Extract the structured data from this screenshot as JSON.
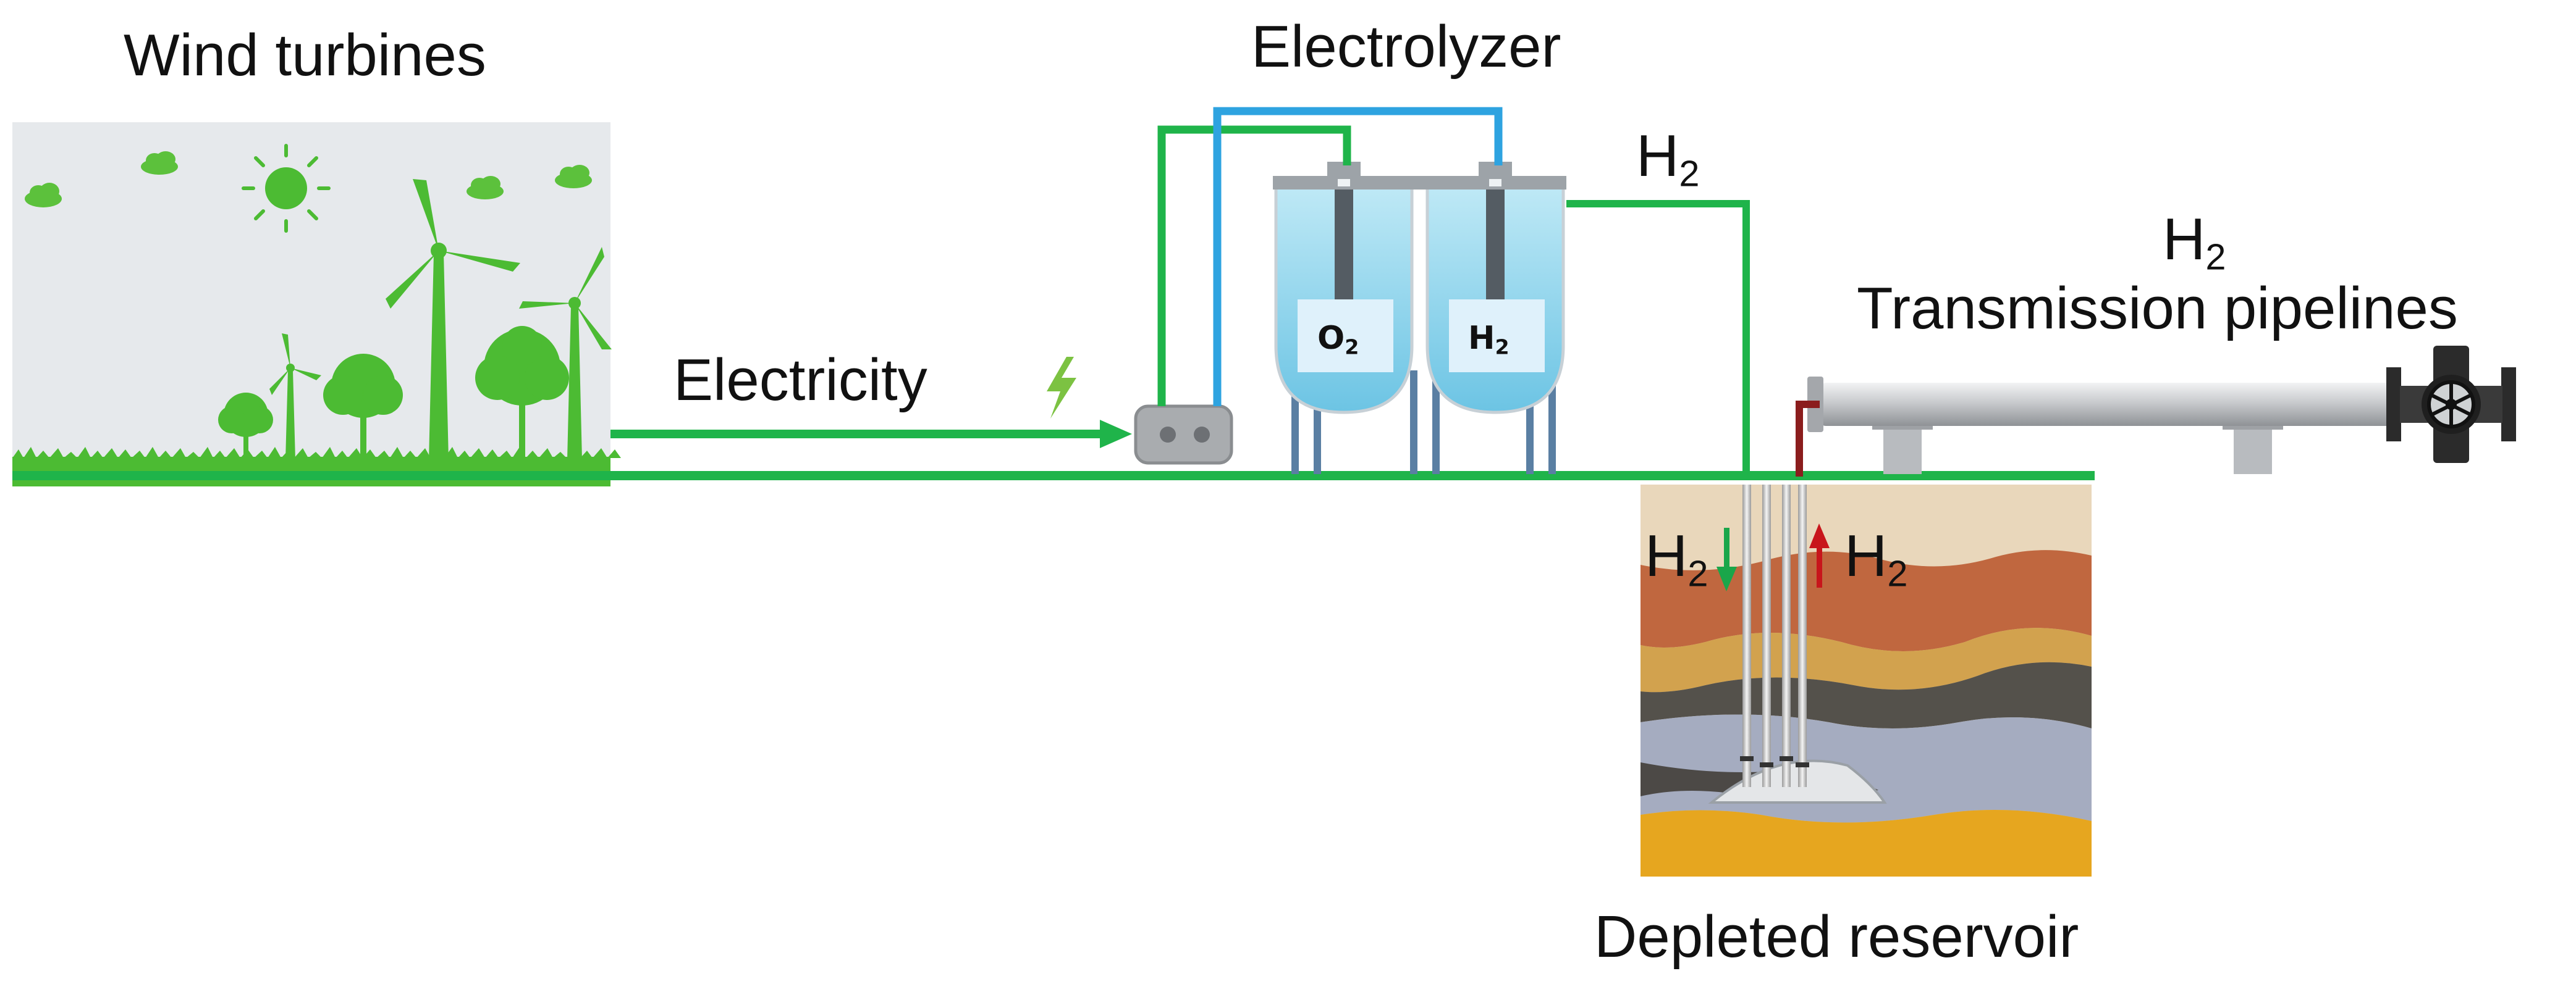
{
  "labels": {
    "wind_turbines": "Wind turbines",
    "electrolyzer": "Electrolyzer",
    "electricity": "Electricity",
    "depleted_reservoir": "Depleted reservoir",
    "transmission_pipelines": "Transmission pipelines",
    "h2_base": "H",
    "h2_sub": "2",
    "o2_base": "O",
    "o2_sub": "2"
  },
  "colors": {
    "line_green": "#1fb44a",
    "water_blue": "#2ea3e0",
    "injection_arrow": "#1aa64a",
    "production_arrow": "#c8151b",
    "riser_pipe": "#8b1d1d",
    "sky": "#e6e9ec",
    "plant_green": "#4cbb33"
  },
  "icons": [
    "wind-turbine-icon",
    "tree-icon",
    "sun-icon",
    "cloud-icon",
    "lightning-bolt-icon",
    "power-socket-icon",
    "valve-wheel-icon"
  ]
}
